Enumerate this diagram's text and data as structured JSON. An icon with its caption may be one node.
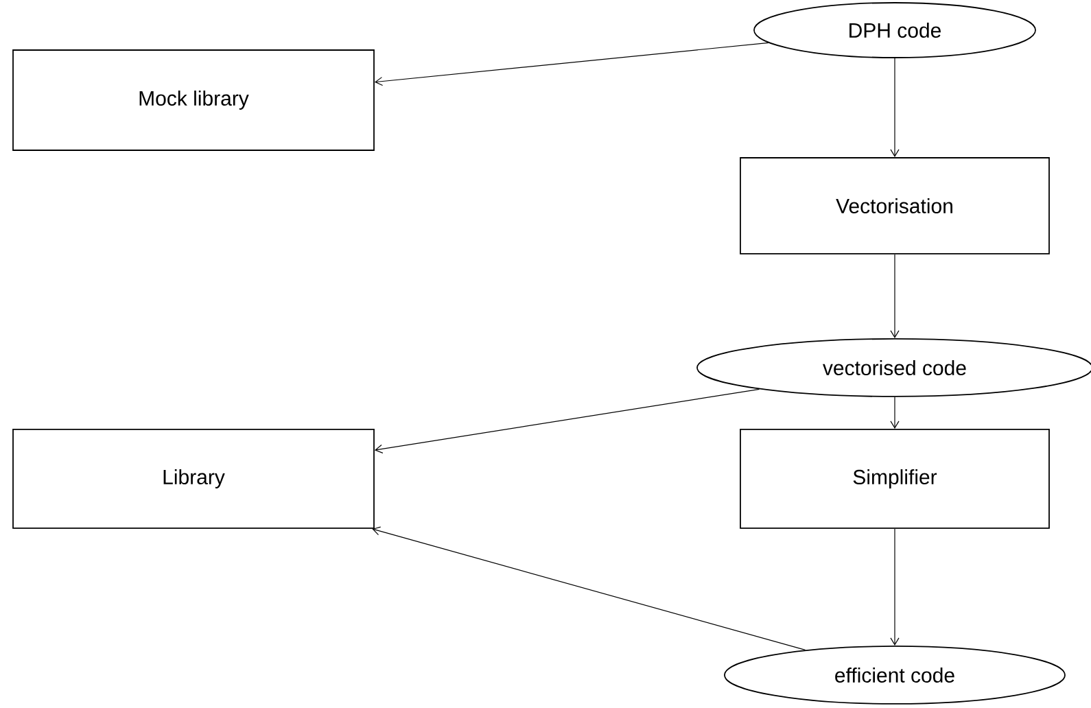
{
  "diagram": {
    "nodes": [
      {
        "text": [
          "DPH code"
        ]
      },
      {
        "text": [
          "Mock library"
        ]
      },
      {
        "text": [
          "Vectorisation"
        ]
      },
      {
        "text": [
          "vectorised code"
        ]
      },
      {
        "text": [
          "Library"
        ]
      },
      {
        "text": [
          "Simplifier"
        ]
      },
      {
        "text": [
          "efficient code"
        ]
      }
    ],
    "edges": [
      {
        "from": 0,
        "to": 1,
        "arrow": "to"
      },
      {
        "from": 0,
        "to": 2,
        "arrow": "to"
      },
      {
        "from": 2,
        "to": 3,
        "arrow": "to"
      },
      {
        "from": 3,
        "to": 4,
        "arrow": "to"
      },
      {
        "from": 3,
        "to": 5,
        "arrow": "to"
      },
      {
        "from": 5,
        "to": 6,
        "arrow": "to"
      },
      {
        "from": 6,
        "to": 4,
        "arrow": "to"
      }
    ]
  }
}
